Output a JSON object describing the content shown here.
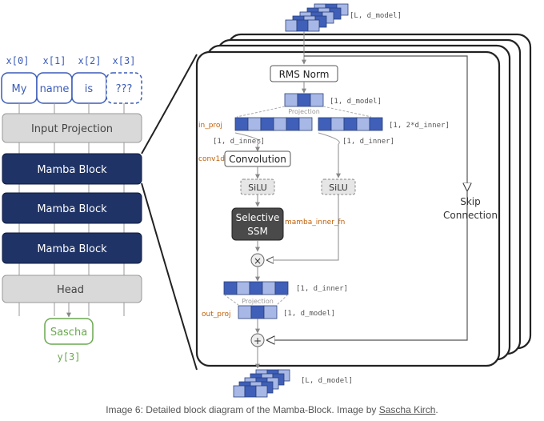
{
  "left": {
    "tokens": [
      {
        "index": "x[0]",
        "word": "My"
      },
      {
        "index": "x[1]",
        "word": "name"
      },
      {
        "index": "x[2]",
        "word": "is"
      },
      {
        "index": "x[3]",
        "word": "???"
      }
    ],
    "input_projection": "Input Projection",
    "blocks": [
      "Mamba Block",
      "Mamba Block",
      "Mamba Block"
    ],
    "head": "Head",
    "output_word": "Sascha",
    "output_index": "y[3]"
  },
  "block": {
    "top_shape": "[L, d_model]",
    "rms_norm": "RMS Norm",
    "norm_shape": "[1, d_model]",
    "projection": "Projection",
    "in_proj": "in_proj",
    "in_proj_shape": "[1, 2*d_inner]",
    "left_shape": "[1, d_inner]",
    "right_shape": "[1, d_inner]",
    "conv1d": "conv1d",
    "convolution": "Convolution",
    "silu_left": "SiLU",
    "silu_right": "SiLU",
    "ssm_line1": "Selective",
    "ssm_line2": "SSM",
    "mamba_inner_fn": "mamba_inner_fn",
    "multiply": "×",
    "inner_shape": "[1, d_inner]",
    "out_projection": "Projection",
    "out_proj": "out_proj",
    "out_shape": "[1, d_model]",
    "add": "+",
    "skip_line1": "Skip",
    "skip_line2": "Connection",
    "bottom_shape": "[L, d_model]"
  },
  "caption": {
    "prefix": "Image 6: Detailed block diagram of the Mamba-Block. Image by ",
    "author": "Sascha Kirch",
    "suffix": "."
  },
  "colors": {
    "block_navy": "#1f3366",
    "token_blue": "#3b5cb8",
    "input_gray": "#d9d9d9",
    "ssm_dark": "#4a4a4a",
    "label_orange": "#c0600a",
    "output_green": "#6aa84f",
    "cell_dark": "#3f5fb8",
    "cell_light": "#a8b8e6"
  }
}
